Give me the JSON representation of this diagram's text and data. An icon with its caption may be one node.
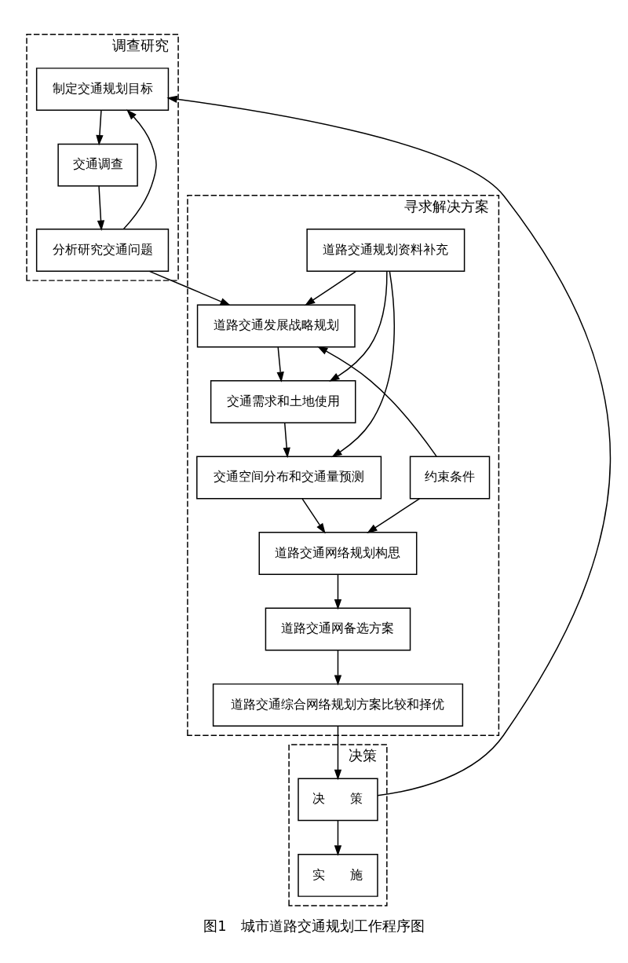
{
  "diagram": {
    "caption": "图1　城市道路交通规划工作程序图",
    "nodes": [
      {
        "text": [
          "调查研究"
        ]
      },
      {
        "text": [
          "制定交通规划目标"
        ],
        "in": 0
      },
      {
        "text": [
          "交通调查"
        ],
        "in": 0
      },
      {
        "text": [
          "分析研究交通问题"
        ],
        "in": 0
      },
      {
        "text": [
          "寻求解决方案"
        ]
      },
      {
        "text": [
          "道路交通规划资料补充"
        ],
        "in": 4
      },
      {
        "text": [
          "道路交通发展战略规划"
        ],
        "in": 4
      },
      {
        "text": [
          "交通需求和土地使用"
        ],
        "in": 4
      },
      {
        "text": [
          "约束条件"
        ],
        "in": 4
      },
      {
        "text": [
          "交通空间分布和交通量预测"
        ],
        "in": 4
      },
      {
        "text": [
          "道路交通网络规划构思"
        ],
        "in": 4
      },
      {
        "text": [
          "道路交通网备选方案"
        ],
        "in": 4
      },
      {
        "text": [
          "道路交通综合网络规划方案比较和择优"
        ],
        "in": 4
      },
      {
        "text": [
          "决策"
        ]
      },
      {
        "text": [
          "决　　策"
        ],
        "in": 13
      },
      {
        "text": [
          "实　　施"
        ],
        "in": 13
      }
    ],
    "edges": [
      {
        "from": 1,
        "to": 2,
        "arrow": "to"
      },
      {
        "from": 2,
        "to": 3,
        "arrow": "to"
      },
      {
        "from": 3,
        "to": 1,
        "arrow": "to"
      },
      {
        "from": 3,
        "to": 6,
        "arrow": "to"
      },
      {
        "from": 5,
        "to": 6,
        "arrow": "to"
      },
      {
        "from": 5,
        "to": 7,
        "arrow": "to"
      },
      {
        "from": 5,
        "to": 9,
        "arrow": "to"
      },
      {
        "from": 6,
        "to": 7,
        "arrow": "to"
      },
      {
        "from": 8,
        "to": 6,
        "arrow": "to"
      },
      {
        "from": 7,
        "to": 9,
        "arrow": "to"
      },
      {
        "from": 9,
        "to": 10,
        "arrow": "to"
      },
      {
        "from": 8,
        "to": 10,
        "arrow": "to"
      },
      {
        "from": 10,
        "to": 11,
        "arrow": "to"
      },
      {
        "from": 11,
        "to": 12,
        "arrow": "to"
      },
      {
        "from": 12,
        "to": 14,
        "arrow": "to"
      },
      {
        "from": 14,
        "to": 15,
        "arrow": "to"
      },
      {
        "from": 14,
        "to": 1,
        "arrow": "to"
      }
    ]
  }
}
